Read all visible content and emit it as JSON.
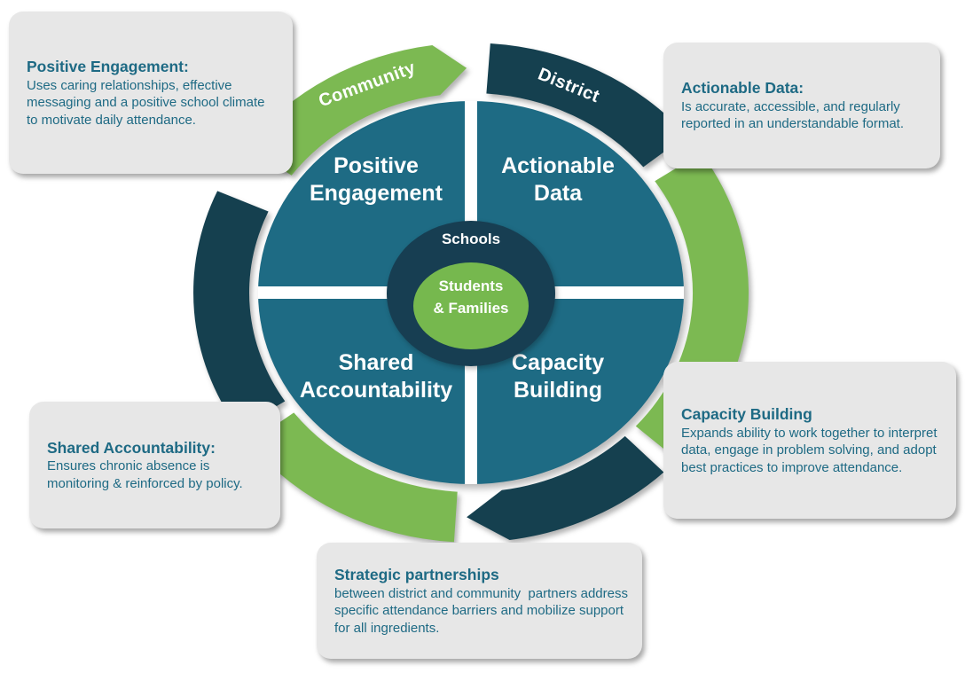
{
  "colors": {
    "teal": "#1E6B84",
    "navy": "#15404F",
    "green": "#7CB952",
    "center_navy": "#173E52",
    "center_green": "#76B84E",
    "callout_bg": "#E7E7E7",
    "callout_text": "#1E6A84",
    "white": "#FFFFFF"
  },
  "diagram": {
    "center": {
      "outer_label": "Schools",
      "inner_label_line1": "Students",
      "inner_label_line2": "& Families"
    },
    "quadrants": [
      {
        "id": "positive-engagement",
        "lines": [
          "Positive",
          "Engagement"
        ]
      },
      {
        "id": "actionable-data",
        "lines": [
          "Actionable",
          "Data"
        ]
      },
      {
        "id": "shared-accountability",
        "lines": [
          "Shared",
          "Accountability"
        ]
      },
      {
        "id": "capacity-building",
        "lines": [
          "Capacity",
          "Building"
        ]
      }
    ],
    "ring": {
      "segments": [
        {
          "id": "community",
          "label": "Community",
          "color": "green",
          "arrow": true
        },
        {
          "id": "district",
          "label": "District",
          "color": "navy",
          "arrow": false
        },
        {
          "id": "right",
          "label": "",
          "color": "green",
          "arrow": false
        },
        {
          "id": "bottom-right",
          "label": "",
          "color": "navy",
          "arrow": true
        },
        {
          "id": "bottom-left",
          "label": "",
          "color": "green",
          "arrow": false
        },
        {
          "id": "left",
          "label": "",
          "color": "navy",
          "arrow": false
        }
      ]
    }
  },
  "callouts": [
    {
      "id": "positive-engagement",
      "title": "Positive Engagement:",
      "body": "Uses caring relationships, effective messaging and a positive school climate to motivate daily attendance."
    },
    {
      "id": "actionable-data",
      "title": "Actionable Data:",
      "body": "Is accurate, accessible, and regularly reported in an understandable format."
    },
    {
      "id": "capacity-building",
      "title": "Capacity Building",
      "body": "Expands ability to work together to interpret data, engage in problem solving, and adopt  best practices to improve attendance."
    },
    {
      "id": "shared-accountability",
      "title": "Shared Accountability:",
      "body": "Ensures chronic absence is monitoring & reinforced by policy."
    },
    {
      "id": "strategic-partnerships",
      "title": "Strategic partnerships",
      "body": "between district and community  partners address specific attendance barriers and mobilize support for all ingredients."
    }
  ]
}
